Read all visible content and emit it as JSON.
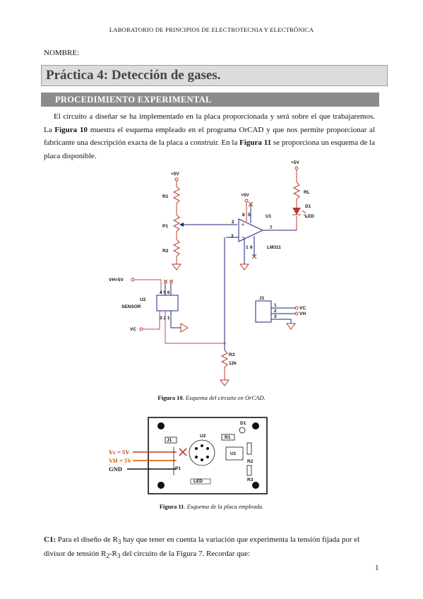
{
  "header": "LABORATORIO DE PRINCIPIOS DE ELECTROTECNIA Y ELECTRÓNICA",
  "nombre_label": "NOMBRE:",
  "title": "Práctica 4: Detección de gases.",
  "section": "PROCEDIMIENTO EXPERIMENTAL",
  "para": {
    "t1": "El circuito a diseñar se ha implementado en la placa proporcionada y será sobre el que trabajaremos. La ",
    "fig10": "Figura 10",
    "t2": " muestra el esquema empleado en el programa OrCAD y que nos permite proporcionar al fabricante una descripción exacta de la placa a construir. En la ",
    "fig11": "Figura 11",
    "t3": " se proporciona un esquema de la placa disponible."
  },
  "schematic": {
    "vcc_1": "+5V",
    "vcc_2": "+5V",
    "vcc_3": "+5V",
    "r1": "R1",
    "p1": "P1",
    "r2": "R2",
    "rl": "RL",
    "d1": "D1",
    "led": "LED",
    "u1": "U1",
    "lm311": "LM311",
    "pin2": "2",
    "pin3": "3",
    "pin7": "7",
    "pin8": "8",
    "pin5": "5",
    "pin6": "6",
    "pin1": "1",
    "vh5v": "VH=5V",
    "u2": "U2",
    "sensor": "SENSOR",
    "vc": "VC",
    "s_pins_top": "4 5 6",
    "s_pins_bot": "3 2 1",
    "j1": "J1",
    "j_1": "1",
    "j_2": "2",
    "j_3": "3",
    "j_vc": "VC",
    "j_vh": "VH",
    "r3": "R3",
    "r3_val": "12k"
  },
  "caption10": {
    "label": "Figura 10",
    "text": ". Esquema del circuito en OrCAD."
  },
  "board": {
    "vc_label": "Vc = 5V",
    "vh_label": "VH = 5V",
    "gnd_label": "GND",
    "j1": "J1",
    "p1": "P1",
    "u2": "U2",
    "r1": "R1",
    "d1": "D1",
    "u1": "U1",
    "led": "LED",
    "r2": "R2",
    "r3": "R3"
  },
  "caption11": {
    "label": "Figura 11",
    "text": ". Esquema de la placa empleada."
  },
  "c1": {
    "label": "C1:",
    "t1": " Para el diseño de R",
    "s1": "3",
    "t2": " hay que tener en cuenta la variación que experimenta la tensión fijada por el divisor de tensión R",
    "s2": "2",
    "t3": "-R",
    "s3": "3",
    "t4": " del circuito de la Figura 7. Recordar que:"
  },
  "page_number": "1"
}
